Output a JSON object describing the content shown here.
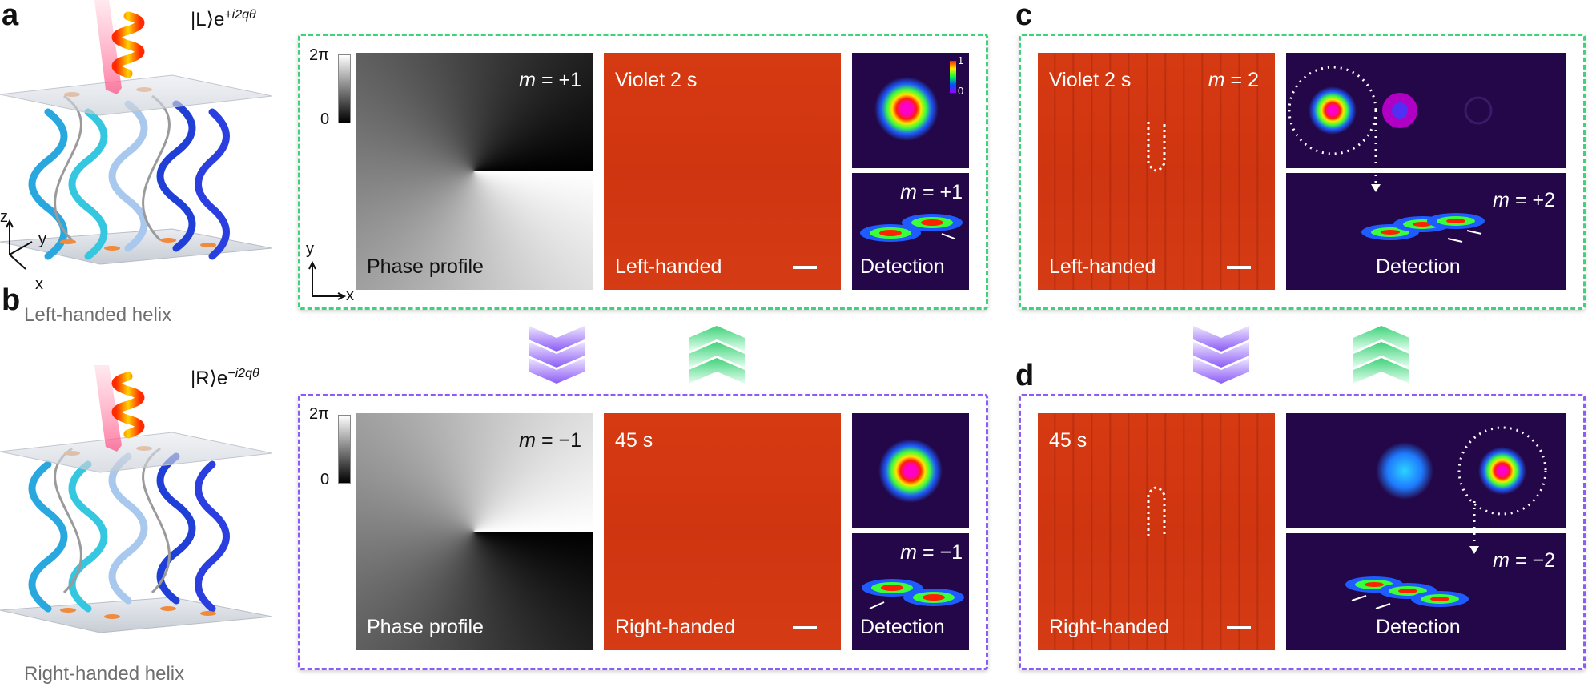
{
  "colors": {
    "green_frame": "#3fd27a",
    "violet_frame": "#8b5cf6",
    "lc_texture": "#d03712",
    "detection_bg": "#230748"
  },
  "panel_a": {
    "letter": "a",
    "helix_label": "Left-handed helix",
    "beam_ket": "|L⟩e",
    "beam_exp": "+i2qθ",
    "colorbar_top": "2π",
    "colorbar_bottom": "0",
    "phase_m": "m",
    "phase_m_value": " = +1",
    "phase_caption": "Phase profile",
    "lc_top": "Violet 2 s",
    "lc_caption": "Left-handed",
    "det_colorbar_top": "1",
    "det_colorbar_bottom": "0",
    "det_m": "m",
    "det_m_value": " = +1",
    "det_caption": "Detection",
    "axes": {
      "y": "y",
      "x": "x"
    }
  },
  "panel_b": {
    "letter": "b",
    "helix_label": "Right-handed helix",
    "beam_ket": "|R⟩e",
    "beam_exp": "−i2qθ",
    "colorbar_top": "2π",
    "colorbar_bottom": "0",
    "phase_m": "m",
    "phase_m_value": " = −1",
    "phase_caption": "Phase profile",
    "lc_top": "45 s",
    "lc_caption": "Right-handed",
    "det_m": "m",
    "det_m_value": " = −1",
    "det_caption": "Detection"
  },
  "panel_c": {
    "letter": "c",
    "lc_top": "Violet 2 s",
    "lc_m": "m",
    "lc_m_value": " = 2",
    "lc_caption": "Left-handed",
    "det_m": "m",
    "det_m_value": " = +2",
    "det_caption": "Detection"
  },
  "panel_d": {
    "letter": "d",
    "lc_top": "45 s",
    "lc_caption": "Right-handed",
    "det_m": "m",
    "det_m_value": " = −2",
    "det_caption": "Detection"
  },
  "axes_3d": {
    "z": "z",
    "y": "y",
    "x": "x"
  }
}
